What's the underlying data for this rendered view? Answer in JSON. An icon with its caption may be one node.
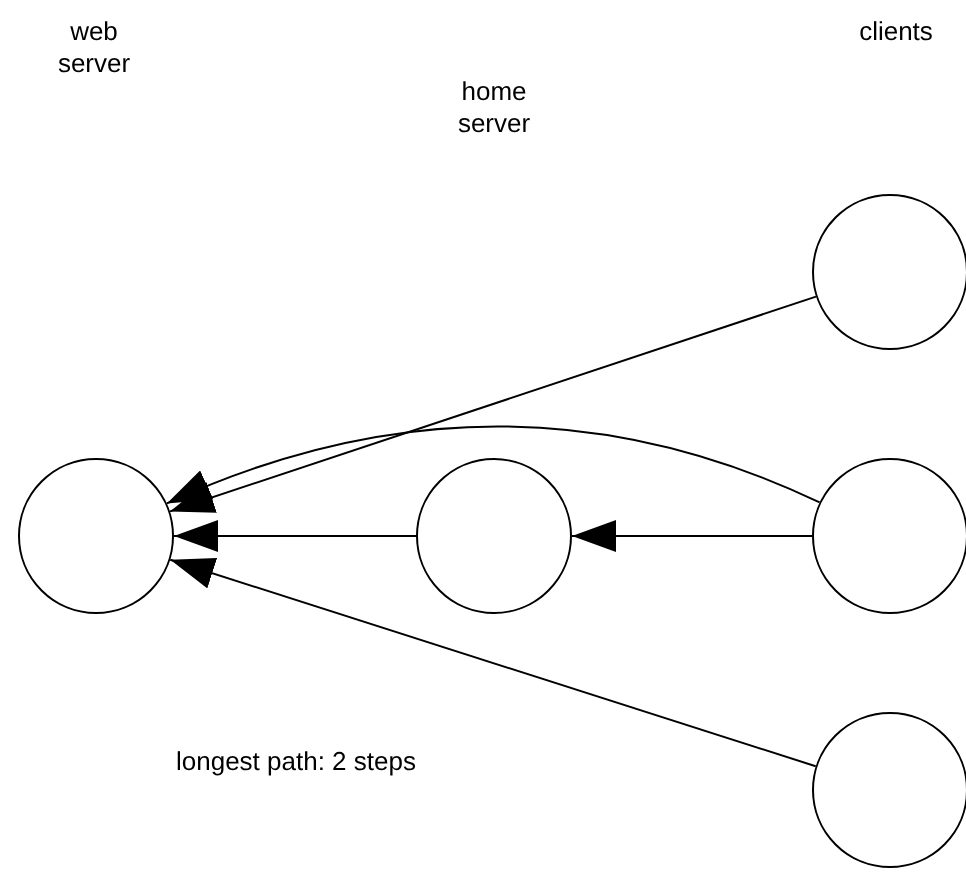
{
  "diagram": {
    "nodes": [
      {
        "text": [],
        "shape": "circle"
      },
      {
        "text": [],
        "shape": "circle"
      },
      {
        "text": [],
        "shape": "circle"
      },
      {
        "text": [],
        "shape": "circle"
      },
      {
        "text": [],
        "shape": "circle"
      }
    ],
    "edges": [
      {
        "from": 2,
        "to": 0,
        "arrow": "to"
      },
      {
        "from": 3,
        "to": 0,
        "arrow": "to"
      },
      {
        "from": 3,
        "to": 1,
        "arrow": "to"
      },
      {
        "from": 1,
        "to": 0,
        "arrow": "to"
      },
      {
        "from": 4,
        "to": 0,
        "arrow": "to"
      }
    ],
    "labels": [
      "web server",
      "home server",
      "clients",
      "longest path: 2 steps"
    ]
  }
}
